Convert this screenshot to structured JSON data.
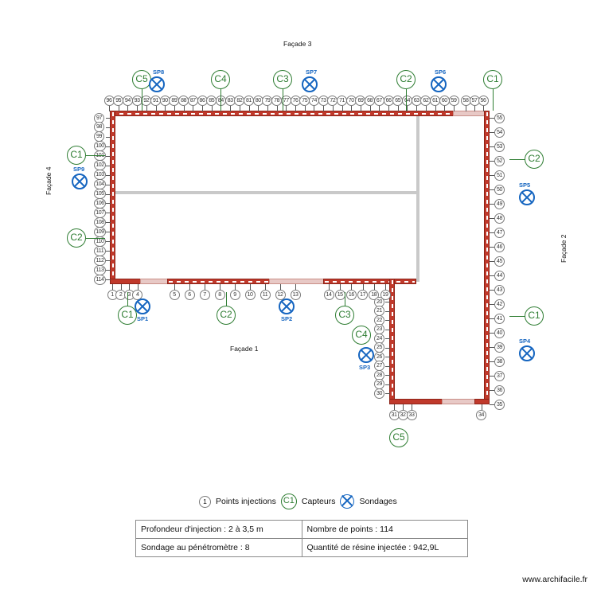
{
  "facades": {
    "top": "Façade 3",
    "right": "Façade 2",
    "bottom": "Façade 1",
    "left": "Façade 4"
  },
  "legend": {
    "point_symbol": "1",
    "point_label": "Points injections",
    "capteur_symbol": "C1",
    "capteur_label": "Capteurs",
    "sondage_label": "Sondages"
  },
  "info_table": {
    "rows": [
      [
        "Profondeur d'injection : 2 à 3,5 m",
        "Nombre de points : 114"
      ],
      [
        "Sondage au pénétromètre : 8",
        "Quantité de résine injectée : 942,9L"
      ]
    ]
  },
  "footer": {
    "url": "www.archifacile.fr"
  },
  "colors": {
    "wall": "#c0392b",
    "capteur": "#2e7d32",
    "sondage": "#1565c0",
    "point": "#7a7a7a",
    "inner_wall": "#c9c9c9"
  },
  "points": {
    "top_row": [
      "96",
      "95",
      "94",
      "93",
      "92",
      "91",
      "90",
      "89",
      "88",
      "87",
      "86",
      "85",
      "84",
      "83",
      "82",
      "81",
      "80",
      "79",
      "78",
      "77",
      "76",
      "75",
      "74",
      "73",
      "72",
      "71",
      "70",
      "69",
      "68",
      "67",
      "66",
      "65",
      "64",
      "63",
      "62",
      "61",
      "60",
      "59"
    ],
    "top_row_right": [
      "58",
      "57",
      "56"
    ],
    "left_col": [
      "97",
      "98",
      "99",
      "100",
      "101",
      "102",
      "103",
      "104",
      "105",
      "106",
      "107",
      "108",
      "109",
      "110",
      "111",
      "112",
      "113",
      "114"
    ],
    "bottom_row_a": [
      "1",
      "2",
      "3",
      "4"
    ],
    "bottom_row_b": [
      "5",
      "6",
      "7",
      "8",
      "9",
      "10",
      "11",
      "12",
      "13"
    ],
    "bottom_row_c": [
      "14",
      "15",
      "16",
      "17",
      "18",
      "19"
    ],
    "inner_col": [
      "20",
      "21",
      "22",
      "23",
      "24",
      "25",
      "26",
      "27",
      "28",
      "29",
      "30"
    ],
    "bottom_right_row": [
      "31",
      "32",
      "33"
    ],
    "bottom_right_single": [
      "34"
    ],
    "right_col": [
      "55",
      "54",
      "53",
      "52",
      "51",
      "50",
      "49",
      "48",
      "47",
      "46",
      "45",
      "44",
      "43",
      "42",
      "41",
      "40",
      "39",
      "38",
      "37",
      "36",
      "35"
    ]
  },
  "capteurs": {
    "top": [
      "C5",
      "C4",
      "C3",
      "C2",
      "C1"
    ],
    "left": [
      "C1",
      "C2"
    ],
    "bottom": [
      "C1",
      "C2",
      "C3",
      "C4",
      "C5"
    ],
    "right": [
      "C2",
      "C1"
    ]
  },
  "sondages": {
    "top": [
      "SP8",
      "SP7",
      "SP6"
    ],
    "left": [
      "SP9"
    ],
    "bottom": [
      "SP1",
      "SP2",
      "SP3"
    ],
    "right": [
      "SP5",
      "SP4"
    ]
  }
}
